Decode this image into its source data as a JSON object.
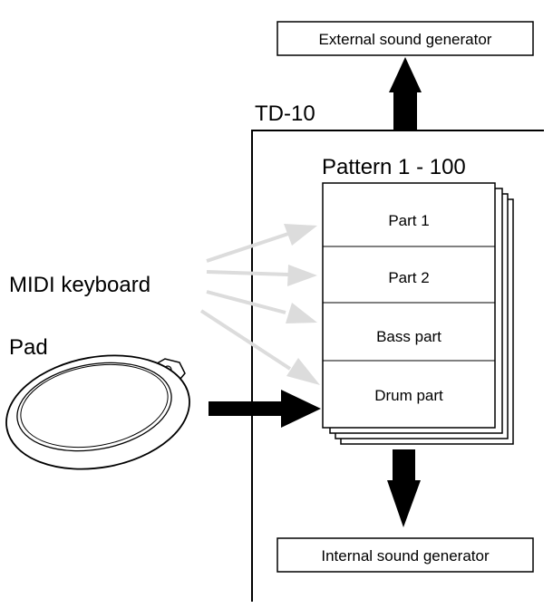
{
  "diagram": {
    "external_generator_label": "External sound generator",
    "device_label": "TD-10",
    "pattern_label": "Pattern 1 - 100",
    "parts": [
      "Part 1",
      "Part 2",
      "Bass part",
      "Drum part"
    ],
    "midi_keyboard_label": "MIDI keyboard",
    "pad_label": "Pad",
    "internal_generator_label": "Internal sound generator"
  },
  "colors": {
    "stroke": "#000000",
    "background": "#ffffff",
    "midi_arrow": "#dcdcdc"
  }
}
